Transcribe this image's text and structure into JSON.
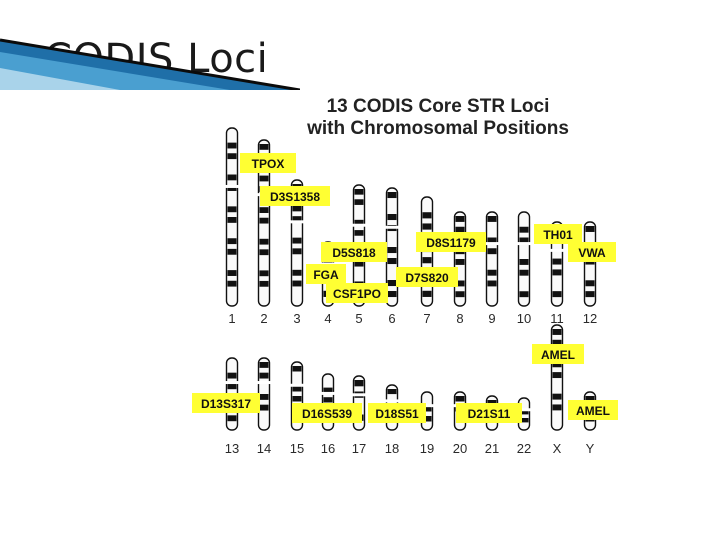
{
  "slide": {
    "title": "CODIS Loci"
  },
  "figure": {
    "title_line1": "13 CODIS Core STR Loci",
    "title_line2": "with Chromosomal Positions"
  },
  "chromosome_labels_row1": [
    "1",
    "2",
    "3",
    "4",
    "5",
    "6",
    "7",
    "8",
    "9",
    "10",
    "11",
    "12"
  ],
  "chromosome_labels_row2": [
    "13",
    "14",
    "15",
    "16",
    "17",
    "18",
    "19",
    "20",
    "21",
    "22",
    "X",
    "Y"
  ],
  "loci": [
    "TPOX",
    "D3S1358",
    "D5S818",
    "FGA",
    "CSF1PO",
    "D7S820",
    "D8S1179",
    "TH01",
    "VWA",
    "AMEL",
    "D13S317",
    "D16S539",
    "D18S51",
    "D21S11",
    "AMEL"
  ],
  "colors": {
    "locus_box": "#ffff33",
    "chromosome": "#111111",
    "deco_blue": "#1f6fa8"
  }
}
